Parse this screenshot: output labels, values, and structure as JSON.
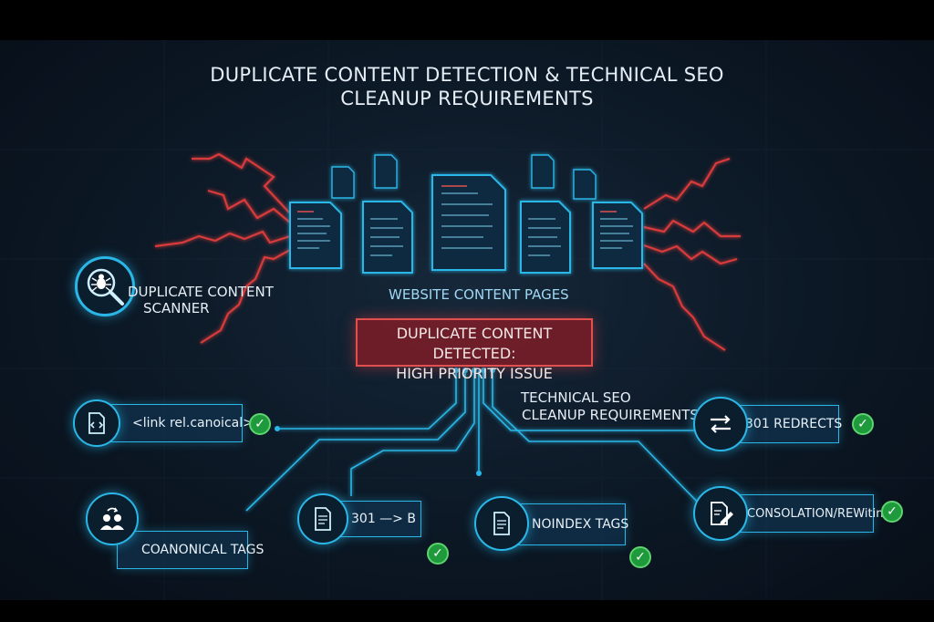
{
  "title": {
    "line1": "DUPLICATE CONTENT DETECTION & TECHNICAL SEO",
    "line2": "CLEANUP REQUIREMENTS"
  },
  "scanner": {
    "line1": "DUPLICATE CONTENT",
    "line2": "SCANNER",
    "icon": "bug-magnifier-icon"
  },
  "pages_label": "WEBSITE CONTENT PAGES",
  "alert": {
    "line1": "DUPLICATE CONTENT DETECTED:",
    "line2": "HIGH PRIORITY ISSUE"
  },
  "cleanup_heading": {
    "line1": "TECHNICAL SEO",
    "line2": "CLEANUP REQUIREMENTS"
  },
  "items": {
    "canonical_link": {
      "label": "<link rel.canoical>",
      "icon": "code-file-icon"
    },
    "canonical_tags": {
      "label": "COANONICAL TAGS",
      "icon": "users-icon"
    },
    "redirect_301_b": {
      "label": "301 —> B",
      "icon": "document-icon"
    },
    "noindex_tags": {
      "label": "NOINDEX TAGS",
      "icon": "document-icon"
    },
    "redirects_301": {
      "label": "301 REDRECTS",
      "icon": "redirect-arrows-icon"
    },
    "consolidation": {
      "label": "CONSOLATION/REWiting",
      "icon": "document-pen-icon"
    }
  },
  "colors": {
    "accent": "#2ab6e6",
    "alert": "#e05050",
    "success": "#3cc45a"
  }
}
